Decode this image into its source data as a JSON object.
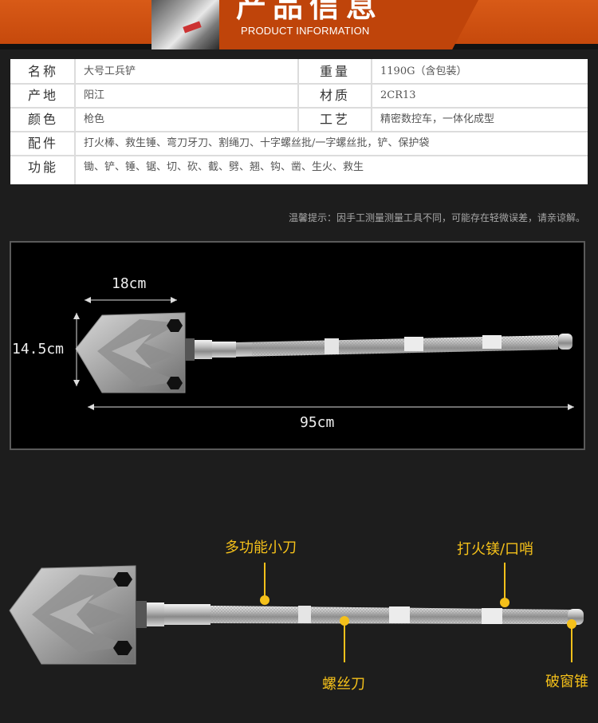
{
  "header": {
    "title_cn": "产品信息",
    "title_en": "PRODUCT INFORMATION"
  },
  "spec_table": {
    "rows": [
      {
        "label": "名称",
        "value": "大号工兵铲",
        "label2": "重量",
        "value2": "1190G（含包装）"
      },
      {
        "label": "产地",
        "value": "阳江",
        "label2": "材质",
        "value2": "2CR13"
      },
      {
        "label": "颜色",
        "value": "枪色",
        "label2": "工艺",
        "value2": "精密数控车，一体化成型"
      },
      {
        "label": "配件",
        "value": "打火棒、救生锤、弯刀牙刀、割绳刀、十字螺丝批/一字螺丝批，铲、保护袋"
      },
      {
        "label": "功能",
        "value": "锄、铲、锤、锯、切、砍、截、劈、翘、钩、凿、生火、救生"
      }
    ]
  },
  "tip": "温馨提示：因手工测量测量工具不同，可能存在轻微误差，请亲谅解。",
  "dimensions": {
    "blade_width": "18cm",
    "blade_height": "14.5cm",
    "total_length": "95cm"
  },
  "callouts": {
    "knife": "多功能小刀",
    "fire": "打火镁/口哨",
    "screw": "螺丝刀",
    "breaker": "破窗锥"
  },
  "colors": {
    "header_orange": "#c94b0c",
    "callout_yellow": "#f4c01a",
    "background": "#1d1d1d"
  }
}
